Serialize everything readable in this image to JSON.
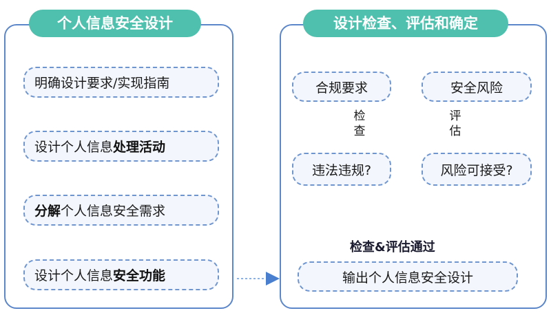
{
  "left_panel": {
    "title": "个人信息安全设计",
    "steps": [
      {
        "parts": [
          {
            "text": "明确设计要求/实现指南",
            "bold": false
          }
        ]
      },
      {
        "parts": [
          {
            "text": "设计个人信息",
            "bold": false
          },
          {
            "text": "处理活动",
            "bold": true
          }
        ]
      },
      {
        "parts": [
          {
            "text": "分解",
            "bold": true
          },
          {
            "text": "个人信息安全需求",
            "bold": false
          }
        ]
      },
      {
        "parts": [
          {
            "text": "设计个人信息",
            "bold": false
          },
          {
            "text": "安全功能",
            "bold": true
          }
        ]
      }
    ]
  },
  "right_panel": {
    "title": "设计检查、评估和确定",
    "compliance": "合规要求",
    "check_label": "检查",
    "violation": "违法违规?",
    "risk": "安全风险",
    "assess_label": "评估",
    "risk_acceptable": "风险可接受?",
    "pass_label": "检查&评估通过",
    "output": "输出个人信息安全设计"
  },
  "colors": {
    "panel_border": "#5b86c9",
    "title_fill": "#4ec0ad",
    "node_fill": "#f3f7fd",
    "node_border": "#6f95cf",
    "arrow": "#4a7fd0"
  }
}
